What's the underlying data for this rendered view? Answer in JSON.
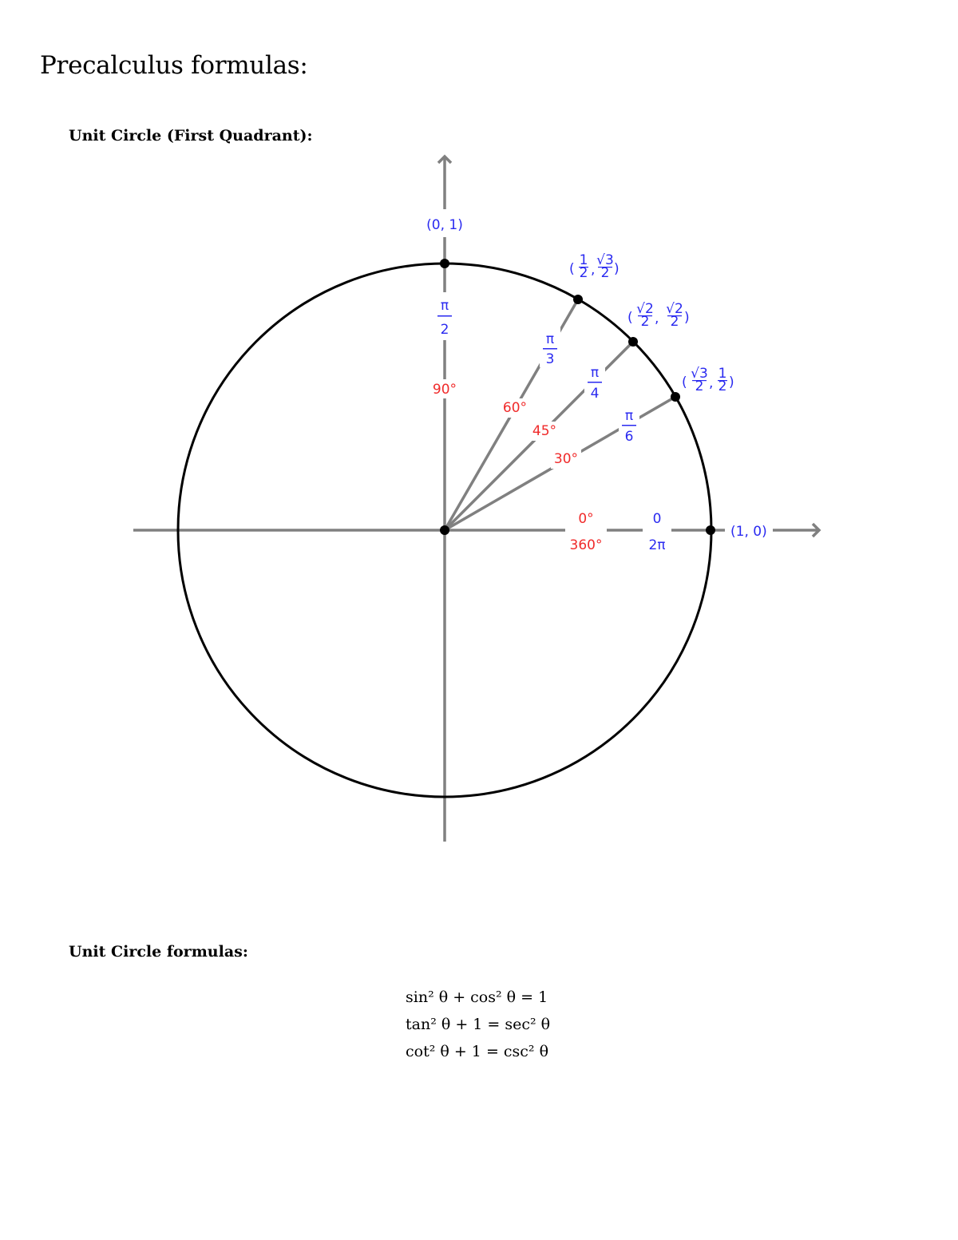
{
  "document": {
    "title": "Precalculus formulas:",
    "sections": [
      {
        "heading": "Unit Circle (First Quadrant):"
      },
      {
        "heading": "Unit Circle formulas:"
      }
    ]
  },
  "diagram": {
    "colors": {
      "axis": "#808080",
      "circle": "#000000",
      "radian": "#2a2af0",
      "degree": "#f02a2a",
      "point": "#000000"
    },
    "points": [
      {
        "angle_deg": 0,
        "coord": "(1, 0)",
        "degree_label": "0°",
        "degree_label_alt": "360°",
        "radian_label": "0",
        "radian_label_alt": "2π"
      },
      {
        "angle_deg": 30,
        "coord": "(√3/2, 1/2)",
        "coord_x": "√3",
        "coord_x_den": "2",
        "coord_y": "1",
        "coord_y_den": "2",
        "degree_label": "30°",
        "radian_num": "π",
        "radian_den": "6"
      },
      {
        "angle_deg": 45,
        "coord": "(√2/2, √2/2)",
        "coord_x": "√2",
        "coord_x_den": "2",
        "coord_y": "√2",
        "coord_y_den": "2",
        "degree_label": "45°",
        "radian_num": "π",
        "radian_den": "4"
      },
      {
        "angle_deg": 60,
        "coord": "(1/2, √3/2)",
        "coord_x": "1",
        "coord_x_den": "2",
        "coord_y": "√3",
        "coord_y_den": "2",
        "degree_label": "60°",
        "radian_num": "π",
        "radian_den": "3"
      },
      {
        "angle_deg": 90,
        "coord": "(0, 1)",
        "degree_label": "90°",
        "radian_num": "π",
        "radian_den": "2"
      }
    ]
  },
  "formulas": [
    "sin² θ + cos² θ = 1",
    "tan² θ + 1 = sec² θ",
    "cot² θ + 1 = csc² θ"
  ]
}
